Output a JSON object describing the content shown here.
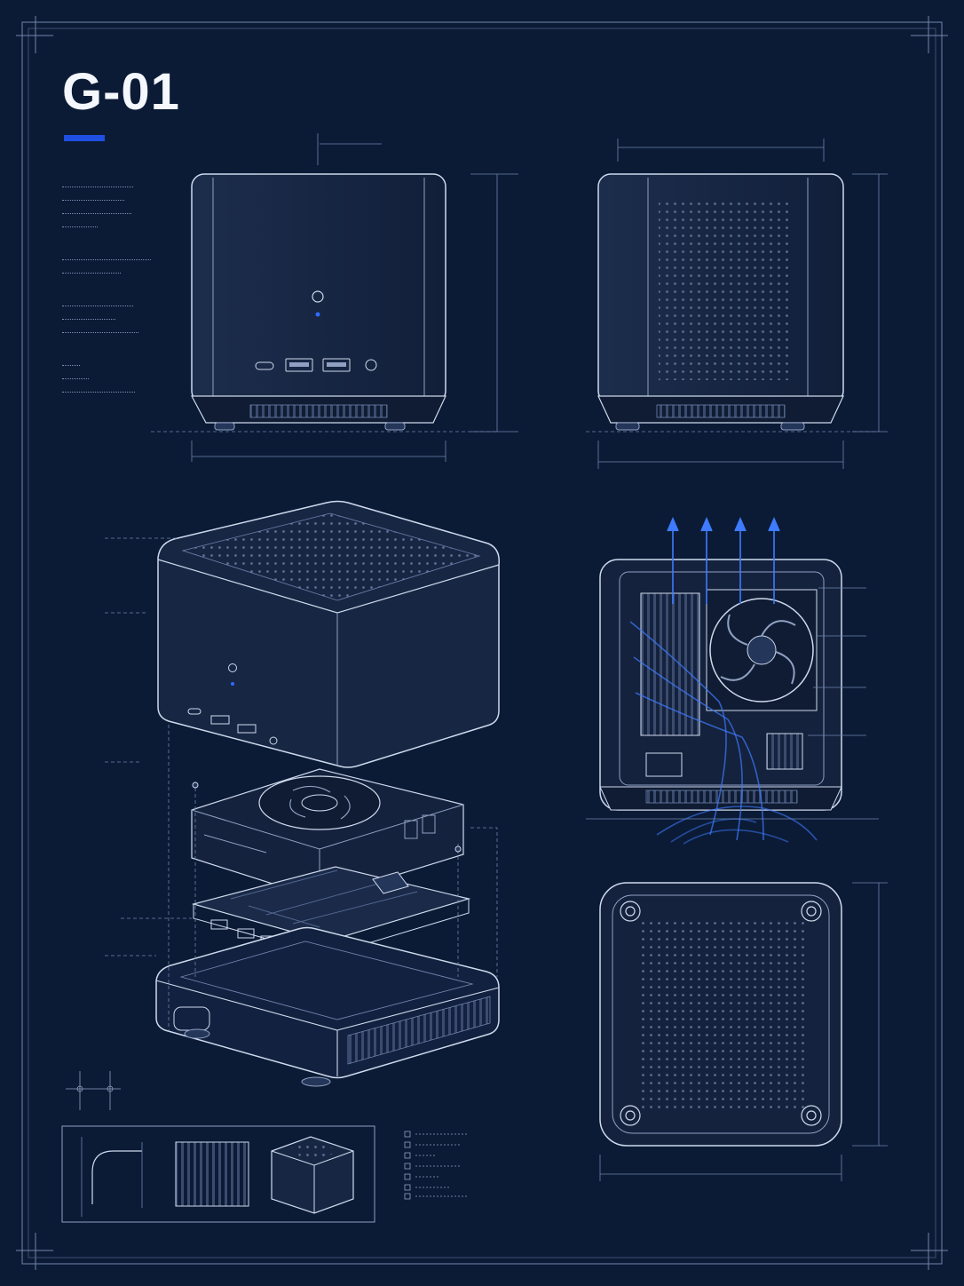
{
  "title": "G-01",
  "colors": {
    "background": "#0b1b36",
    "line": "#cfd9ec",
    "dim_line": "#6f84ad",
    "accent_blue": "#1f4fe0",
    "airflow_blue": "#3e7bff",
    "body_fill": "#182844"
  },
  "views": [
    {
      "name": "front-view",
      "ports": [
        "usb-c-port",
        "usb-a-port",
        "usb-a-port",
        "audio-jack"
      ],
      "indicator": "power-button"
    },
    {
      "name": "side-view",
      "feature": "perforated-vent-panel"
    },
    {
      "name": "exploded-isometric-view",
      "parts": [
        "top-shell",
        "fan-assembly",
        "motherboard",
        "bottom-chassis"
      ]
    },
    {
      "name": "internal-cutaway-view",
      "parts": [
        "heatsink",
        "fan",
        "airflow-arrows"
      ]
    },
    {
      "name": "bottom-view",
      "feature": "perforated-base-with-feet"
    },
    {
      "name": "detail-strip",
      "items": [
        "corner-radius-detail",
        "heatsink-detail",
        "small-isometric-unit"
      ]
    }
  ]
}
